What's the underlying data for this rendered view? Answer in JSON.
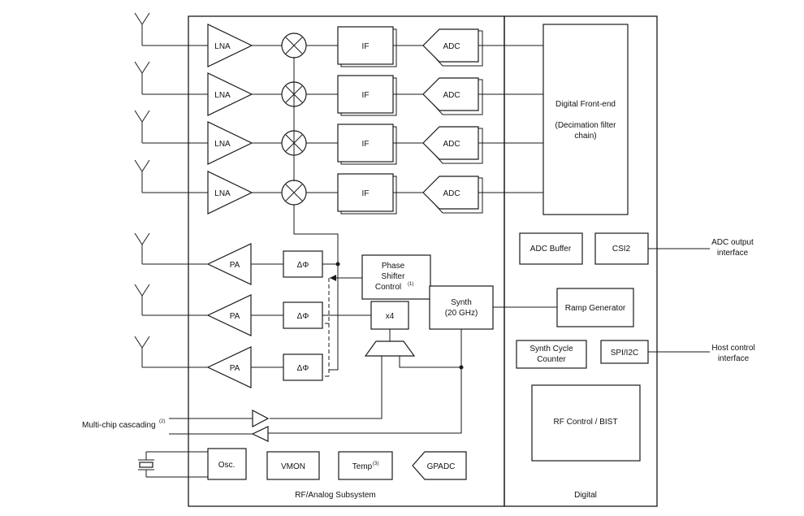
{
  "subsystems": {
    "rf": "RF/Analog Subsystem",
    "digital": "Digital"
  },
  "receive_chain": {
    "lna": "LNA",
    "if": "IF",
    "adc": "ADC"
  },
  "transmit_chain": {
    "pa": "PA",
    "phase_shift": "ΔΦ",
    "phase_shifter_control": [
      "Phase",
      "Shifter",
      "Control"
    ],
    "phase_shifter_control_note": "(1)",
    "multiplier": "x4",
    "synth": [
      "Synth",
      "(20 GHz)"
    ]
  },
  "misc_blocks": {
    "osc": "Osc.",
    "vmon": "VMON",
    "temp": "Temp",
    "temp_note": "(3)",
    "gpadc": "GPADC"
  },
  "digital_blocks": {
    "front_end": [
      "Digital Front-end",
      "",
      "(Decimation filter",
      "chain)"
    ],
    "adc_buffer": "ADC Buffer",
    "csi2": "CSI2",
    "ramp_generator": "Ramp Generator",
    "synth_cycle_counter": [
      "Synth Cycle",
      "Counter"
    ],
    "spi_i2c": "SPI/I2C",
    "rf_control": "RF Control / BIST"
  },
  "external_labels": {
    "adc_output": [
      "ADC output",
      "interface"
    ],
    "host_control": [
      "Host control",
      "interface"
    ],
    "multi_chip": "Multi-chip cascading",
    "multi_chip_note": "(2)"
  }
}
